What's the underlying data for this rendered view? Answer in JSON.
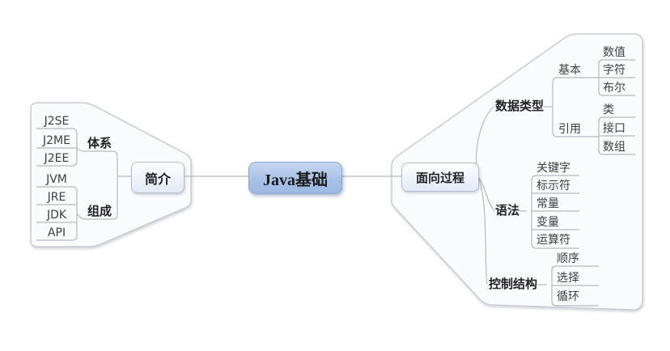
{
  "root": {
    "label": "Java基础"
  },
  "left": {
    "node": "简介",
    "groups": [
      {
        "label": "体系",
        "children": [
          "J2SE",
          "J2ME",
          "J2EE"
        ]
      },
      {
        "label": "组成",
        "children": [
          "JVM",
          "JRE",
          "JDK",
          "API"
        ]
      }
    ]
  },
  "right": {
    "node": "面向过程",
    "sections": [
      {
        "label": "数据类型",
        "subgroups": [
          {
            "label": "基本",
            "children": [
              "数值",
              "字符",
              "布尔"
            ]
          },
          {
            "label": "引用",
            "children": [
              "类",
              "接口",
              "数组"
            ]
          }
        ]
      },
      {
        "label": "语法",
        "children": [
          "关键字",
          "标示符",
          "常量",
          "变量",
          "运算符"
        ]
      },
      {
        "label": "控制结构",
        "children": [
          "顺序",
          "选择",
          "循环"
        ]
      }
    ]
  },
  "colors": {
    "line": "#b4b9c2",
    "boundary_fill": "#fafbfd",
    "boundary_stroke": "#cbcdd4",
    "root_top": "#c5d7ef",
    "root_bottom": "#9cb8e2",
    "root_border": "#8ca7ce",
    "node_top": "#fdfeff",
    "node_bottom": "#e3ebf7",
    "node_border": "#b7bec9"
  }
}
